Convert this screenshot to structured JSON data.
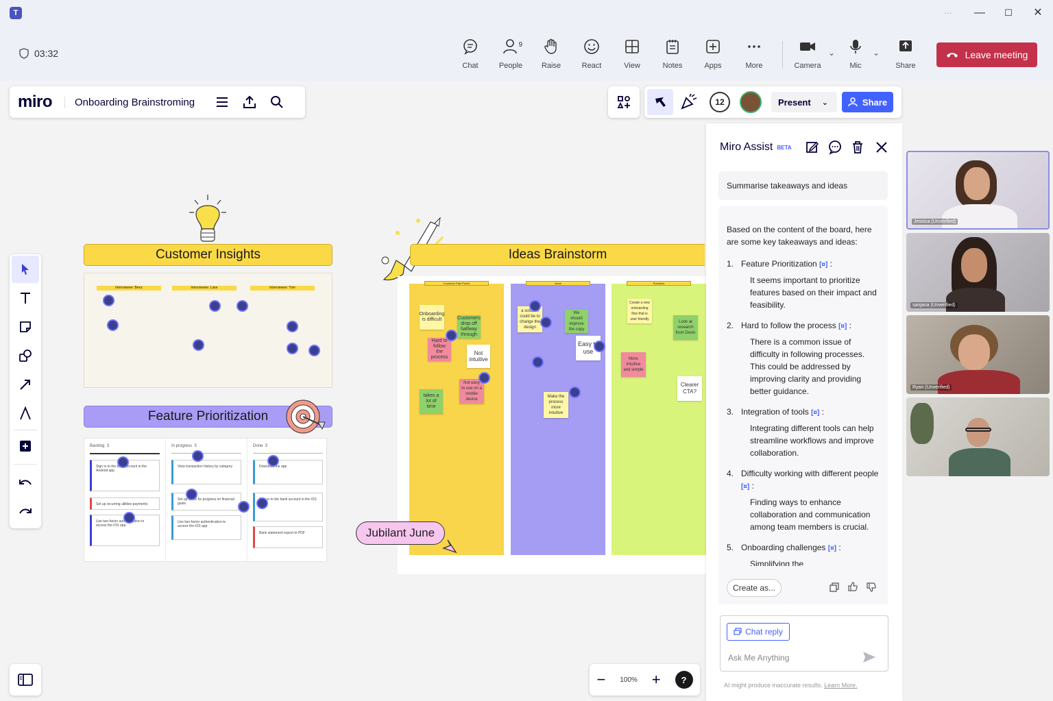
{
  "window": {
    "min": "—",
    "max": "☐",
    "close": "✕"
  },
  "meeting": {
    "timer": "03:32",
    "buttons": [
      {
        "label": "Chat"
      },
      {
        "label": "People",
        "count": "9"
      },
      {
        "label": "Raise"
      },
      {
        "label": "React"
      },
      {
        "label": "View"
      },
      {
        "label": "Notes"
      },
      {
        "label": "Apps"
      },
      {
        "label": "More"
      },
      {
        "label": "Camera"
      },
      {
        "label": "Mic"
      },
      {
        "label": "Share"
      }
    ],
    "leave_label": "Leave meeting",
    "leave_color": "#c4314b"
  },
  "miro": {
    "logo": "miro",
    "board_name": "Onboarding Brainstroming",
    "participants_count": "12",
    "present_label": "Present",
    "share_label": "Share",
    "zoom": "100%",
    "help": "?",
    "accent": "#4262ff"
  },
  "board": {
    "customer_insights": {
      "title": "Customer Insights",
      "interviews": [
        "Interviewee: Benz",
        "Interviewee: Luke",
        "Interviewee: Tom"
      ]
    },
    "feature_prioritization": {
      "title": "Feature Prioritization",
      "columns": [
        {
          "name": "Backlog",
          "count": "3",
          "cards": [
            "Sign in to the bank account in the Android app",
            "Set up recurring utilities payments",
            "Use two-factor authentication to access the iOS app"
          ]
        },
        {
          "name": "In progress",
          "count": "3",
          "cards": [
            "View transaction history by category",
            "Set up alerts for progress on financial goals",
            "Use two-factor authentication to access the iOS app"
          ]
        },
        {
          "name": "Done",
          "count": "3",
          "cards": [
            "Download the app",
            "Sign in to the bank account in the iOS app",
            "Bank statement export to PDF"
          ]
        }
      ]
    },
    "ideas_brainstorm": {
      "title": "Ideas Brainstorm",
      "columns": [
        "Customer Pain Points",
        "Ideas",
        "Solutions"
      ],
      "notes": {
        "p1": "Onboarding is difficult",
        "p2": "Customers drop off halfway through",
        "p3": "Hard to follow the process",
        "p4": "Not intuitive",
        "p5": "Not easy to use on a mobile device",
        "p6": "takes a lot of time",
        "i1": "a solution could be to change the design",
        "i2": "We should improve the copy",
        "i3": "Easy to use",
        "i4": "Make the process more intuitive",
        "s1": "Create a new onboarding flow that is user friendly",
        "s2": "Look at research from Devin",
        "s3": "More intuitive and simple",
        "s4": "Clearer CTA?"
      }
    },
    "cursor_label": "Jubilant June"
  },
  "assist": {
    "title": "Miro Assist",
    "beta": "BETA",
    "prompt": "Summarise takeaways and ideas",
    "intro": "Based on the content of the board, here are some key takeaways and ideas:",
    "ref": "[¤]",
    "items": [
      {
        "n": "1.",
        "head": "Feature Prioritization",
        "body": "It seems important to prioritize features based on their impact and feasibility."
      },
      {
        "n": "2.",
        "head": "Hard to follow the process",
        "body": "There is a common issue of difficulty in following processes. This could be addressed by improving clarity and providing better guidance."
      },
      {
        "n": "3.",
        "head": "Integration of tools",
        "body": "Integrating different tools can help streamline workflows and improve collaboration."
      },
      {
        "n": "4.",
        "head": "Difficulty working with different people",
        "body": "Finding ways to enhance collaboration and communication among team members is crucial."
      },
      {
        "n": "5.",
        "head": "Onboarding challenges",
        "body": "Simplifying the"
      }
    ],
    "create_as": "Create as...",
    "chat_reply": "Chat reply",
    "ask_placeholder": "Ask Me Anything",
    "disclaimer": "AI might produce inaccurate results.",
    "learn_more": "Learn More."
  },
  "participants": [
    {
      "name": "Jessica (Unverified)"
    },
    {
      "name": "sanjana (Unverified)"
    },
    {
      "name": "Ryan (Unverified)"
    },
    {
      "name": ""
    }
  ]
}
